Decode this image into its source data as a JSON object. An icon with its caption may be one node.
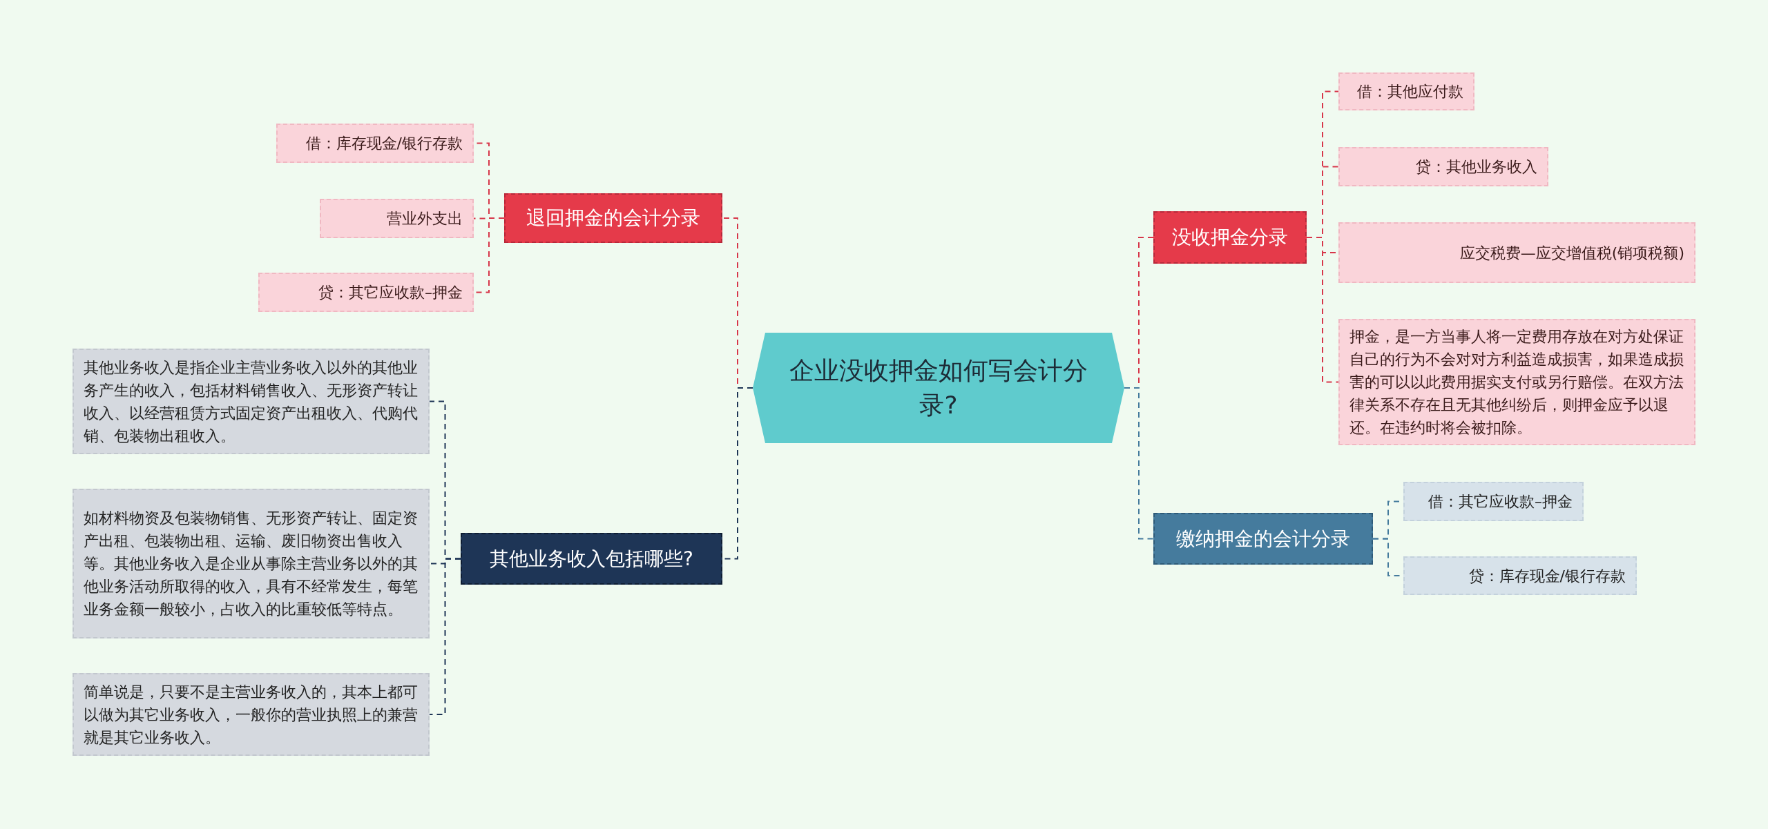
{
  "diagram": {
    "nodes": [
      {
        "text": [
          "企业没收押金如何写会计分录?"
        ]
      },
      {
        "text": [
          "退回押金的会计分录"
        ]
      },
      {
        "text": [
          "借：库存现金/银行存款"
        ]
      },
      {
        "text": [
          "营业外支出"
        ]
      },
      {
        "text": [
          "贷：其它应收款–押金"
        ]
      },
      {
        "text": [
          "其他业务收入包括哪些?"
        ]
      },
      {
        "text": [
          "其他业务收入是指企业主营业务收入以外的其他业务产生的收入，包括材料销售收入、无形资产转让收入、以经营租赁方式固定资产出租收入、代购代销、包装物出租收入。"
        ]
      },
      {
        "text": [
          "如材料物资及包装物销售、无形资产转让、固定资产出租、包装物出租、运输、废旧物资出售收入等。其他业务收入是企业从事除主营业务以外的其他业务活动所取得的收入，具有不经常发生，每笔业务金额一般较小，占收入的比重较低等特点。"
        ]
      },
      {
        "text": [
          "简单说是，只要不是主营业务收入的，其本上都可以做为其它业务收入，一般你的营业执照上的兼营就是其它业务收入。"
        ]
      },
      {
        "text": [
          "没收押金分录"
        ]
      },
      {
        "text": [
          "借：其他应付款"
        ]
      },
      {
        "text": [
          "贷：其他业务收入"
        ]
      },
      {
        "text": [
          "应交税费—应交增值税(销项税额)"
        ]
      },
      {
        "text": [
          "押金，是一方当事人将一定费用存放在对方处保证自己的行为不会对对方利益造成损害，如果造成损害的可以以此费用据实支付或另行赔偿。在双方法律关系不存在且无其他纠纷后，则押金应予以退还。在违约时将会被扣除。"
        ]
      },
      {
        "text": [
          "缴纳押金的会计分录"
        ]
      },
      {
        "text": [
          "借：其它应收款–押金"
        ]
      },
      {
        "text": [
          "贷：库存现金/银行存款"
        ]
      }
    ],
    "edges": [
      {
        "from": 0,
        "to": 1,
        "arrow": "none",
        "style": "dashed"
      },
      {
        "from": 1,
        "to": 2,
        "arrow": "none",
        "style": "dashed"
      },
      {
        "from": 1,
        "to": 3,
        "arrow": "none",
        "style": "dashed"
      },
      {
        "from": 1,
        "to": 4,
        "arrow": "none",
        "style": "dashed"
      },
      {
        "from": 0,
        "to": 5,
        "arrow": "none",
        "style": "dashed",
        "color": "#1e3556"
      },
      {
        "from": 5,
        "to": 6,
        "arrow": "none",
        "style": "dashed",
        "color": "#1e3556"
      },
      {
        "from": 5,
        "to": 7,
        "arrow": "none",
        "style": "dashed",
        "color": "#1e3556"
      },
      {
        "from": 5,
        "to": 8,
        "arrow": "none",
        "style": "dashed",
        "color": "#1e3556"
      },
      {
        "from": 0,
        "to": 9,
        "arrow": "none",
        "style": "dashed"
      },
      {
        "from": 9,
        "to": 10,
        "arrow": "none",
        "style": "dashed"
      },
      {
        "from": 9,
        "to": 11,
        "arrow": "none",
        "style": "dashed"
      },
      {
        "from": 9,
        "to": 12,
        "arrow": "none",
        "style": "dashed"
      },
      {
        "from": 9,
        "to": 13,
        "arrow": "none",
        "style": "dashed"
      },
      {
        "from": 0,
        "to": 14,
        "arrow": "none",
        "style": "dashed",
        "color": "#457b9d"
      },
      {
        "from": 14,
        "to": 15,
        "arrow": "none",
        "style": "dashed",
        "color": "#457b9d"
      },
      {
        "from": 14,
        "to": 16,
        "arrow": "none",
        "style": "dashed",
        "color": "#457b9d"
      }
    ]
  }
}
